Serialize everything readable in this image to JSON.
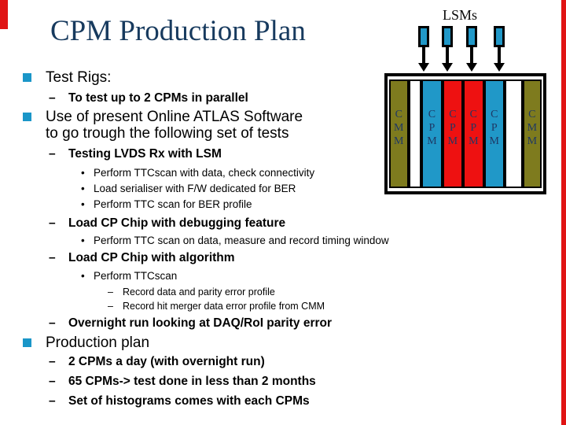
{
  "slide": {
    "title": "CPM Production Plan",
    "accent_color": "#e01414"
  },
  "diagram": {
    "label": "LSMs",
    "lsm_count": 4,
    "colors": {
      "blue": "#2098c8",
      "red": "#ee1111",
      "olive": "#7e7b1e",
      "letter": "#1f3864"
    },
    "crate": {
      "slats": [
        {
          "color": "olive",
          "letters": [
            "C",
            "M",
            "M"
          ]
        },
        {
          "color": "white",
          "letters": []
        },
        {
          "color": "blue",
          "letters": [
            "C",
            "P",
            "M"
          ]
        },
        {
          "color": "red",
          "letters": [
            "C",
            "P",
            "M"
          ]
        },
        {
          "color": "red",
          "letters": [
            "C",
            "P",
            "M"
          ]
        },
        {
          "color": "blue",
          "letters": [
            "C",
            "P",
            "M"
          ]
        },
        {
          "color": "white",
          "letters": []
        },
        {
          "color": "olive",
          "letters": [
            "C",
            "M",
            "M"
          ]
        }
      ]
    }
  },
  "outline": {
    "bullet_color": "#1a96c8",
    "markers": {
      "l2": "–",
      "l3": "•",
      "l4": "–"
    },
    "items": [
      {
        "level": 1,
        "text": "Test Rigs:"
      },
      {
        "level": 2,
        "text": "To test up to 2 CPMs in parallel"
      },
      {
        "level": 1,
        "text": "Use of present Online ATLAS Software"
      },
      {
        "level": 1,
        "text": "to go trough the following set of tests"
      },
      {
        "level": 2,
        "text": "Testing LVDS Rx with LSM"
      },
      {
        "level": 3,
        "text": "Perform TTCscan with data, check connectivity"
      },
      {
        "level": 3,
        "text": "Load serialiser with F/W dedicated for BER"
      },
      {
        "level": 3,
        "text": "Perform TTC scan for BER profile"
      },
      {
        "level": 2,
        "text": "Load CP Chip with debugging feature"
      },
      {
        "level": 3,
        "text": "Perform TTC scan on data, measure and record timing window"
      },
      {
        "level": 2,
        "text": "Load CP Chip with algorithm"
      },
      {
        "level": 3,
        "text": "Perform TTCscan"
      },
      {
        "level": 4,
        "text": "Record data and parity error profile"
      },
      {
        "level": 4,
        "text": "Record hit merger data error profile from CMM"
      },
      {
        "level": 2,
        "text": "Overnight run looking at DAQ/RoI parity error"
      },
      {
        "level": 1,
        "text": "Production plan"
      },
      {
        "level": 2,
        "text": "2 CPMs a day (with overnight run)"
      },
      {
        "level": 2,
        "text": "65 CPMs-> test done in less than 2 months"
      },
      {
        "level": 2,
        "text": "Set of histograms comes with each CPMs"
      }
    ]
  }
}
